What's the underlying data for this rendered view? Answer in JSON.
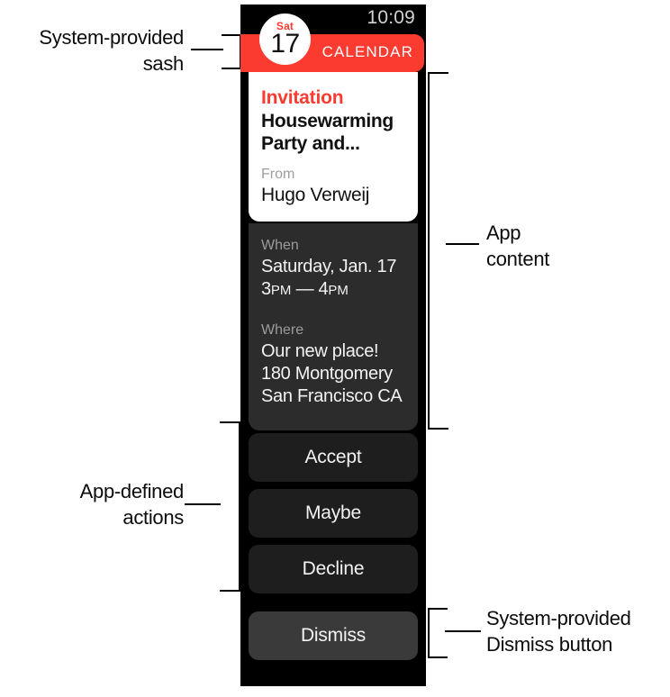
{
  "device": {
    "status_bar": {
      "time": "10:09"
    },
    "sash": {
      "app_label": "CALENDAR",
      "color": "#fb3b30",
      "icon": {
        "weekday": "Sat",
        "day": "17"
      }
    },
    "notification": {
      "kind": "Invitation",
      "title": "Housewarming Party and...",
      "from_label": "From",
      "from_value": "Hugo Verweij",
      "details": [
        {
          "label": "When",
          "value_line_1": "Saturday, Jan. 17",
          "time_start_number": "3",
          "time_start_meridiem": "PM",
          "time_separator": " — ",
          "time_end_number": "4",
          "time_end_meridiem": "PM"
        },
        {
          "label": "Where",
          "value_line_1": "Our new place!",
          "value_line_2": "180 Montgomery",
          "value_line_3": "San Francisco CA"
        }
      ]
    },
    "actions": [
      {
        "label": "Accept"
      },
      {
        "label": "Maybe"
      },
      {
        "label": "Decline"
      }
    ],
    "dismiss": {
      "label": "Dismiss"
    }
  },
  "annotations": {
    "sash": {
      "line_1": "System-provided",
      "line_2": "sash"
    },
    "app_content": {
      "line_1": "App",
      "line_2": "content"
    },
    "app_actions": {
      "line_1": "App-defined",
      "line_2": "actions"
    },
    "dismiss": {
      "line_1": "System-provided",
      "line_2": "Dismiss button"
    }
  }
}
